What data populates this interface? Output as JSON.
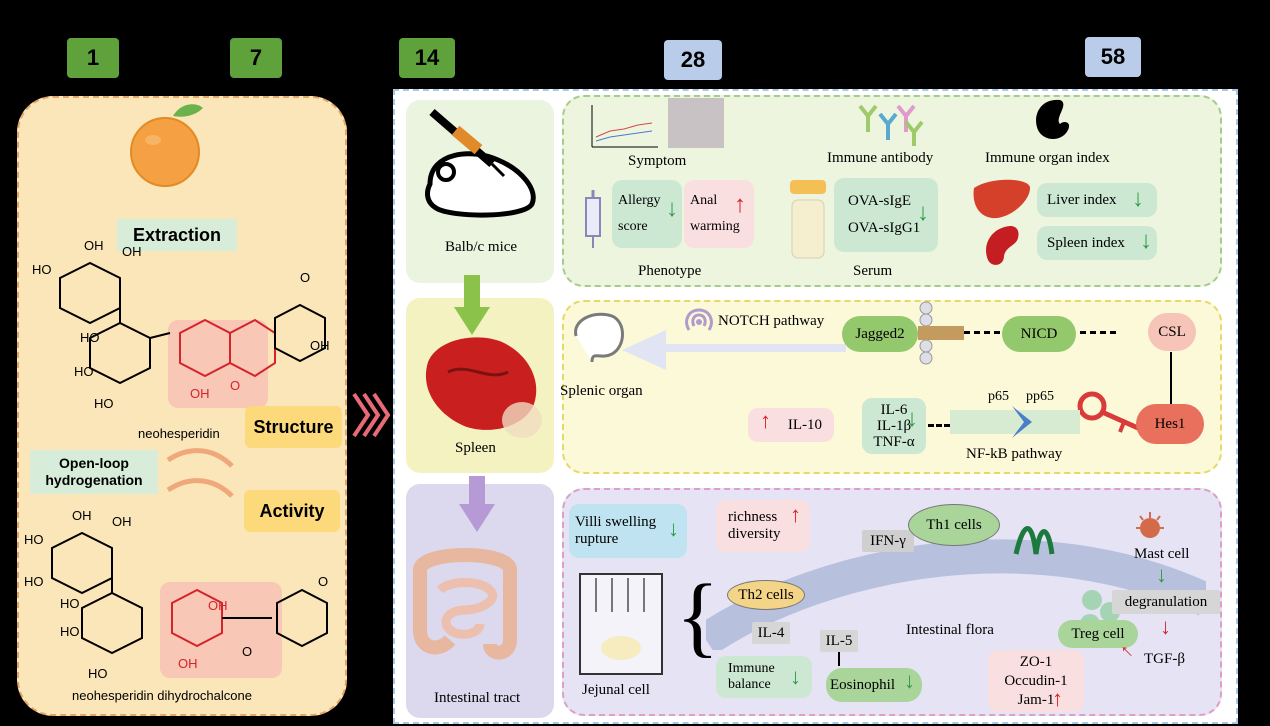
{
  "days": [
    "1",
    "7",
    "14",
    "28",
    "58"
  ],
  "left": {
    "extraction": "Extraction",
    "structure": "Structure",
    "activity": "Activity",
    "open_loop": "Open-loop hydrogenation",
    "compound1": "neohesperidin",
    "compound2": "neohesperidin dihydrochalcone",
    "oh": "OH",
    "ho": "HO",
    "o": "O"
  },
  "mice": {
    "label": "Balb/c mice"
  },
  "spleen": {
    "label": "Spleen"
  },
  "intestine": {
    "label": "Intestinal tract"
  },
  "phenotype": {
    "symptom": "Symptom",
    "allergy": "Allergy",
    "score": "score",
    "anal": "Anal",
    "warming": "warming",
    "phenotype": "Phenotype",
    "immune_antibody": "Immune antibody",
    "ova_sige": "OVA-sIgE",
    "ova_sigg1": "OVA-sIgG1",
    "serum": "Serum",
    "immune_organ_index": "Immune organ index",
    "liver_index": "Liver index",
    "spleen_index": "Spleen index"
  },
  "spleen_section": {
    "notch": "NOTCH pathway",
    "jagged2": "Jagged2",
    "nicd": "NICD",
    "csl": "CSL",
    "hes1": "Hes1",
    "splenic_organ": "Splenic organ",
    "p65": "p65",
    "pp65": "pp65",
    "il10": "IL-10",
    "il6": "IL-6",
    "il1b": "IL-1β",
    "tnfa": "TNF-α",
    "nfkb": "NF-kB pathway"
  },
  "intestine_section": {
    "villi1": "Villi swelling",
    "villi2": "rupture",
    "richness": "richness",
    "diversity": "diversity",
    "ifng": "IFN-γ",
    "th1": "Th1 cells",
    "th2": "Th2 cells",
    "il4": "IL-4",
    "il5": "IL-5",
    "flora": "Intestinal flora",
    "mast": "Mast cell",
    "degranulation": "degranulation",
    "treg": "Treg cell",
    "tgfb": "TGF-β",
    "jejunal": "Jejunal cell",
    "immune": "Immune",
    "balance": "balance",
    "eosinophil": "Eosinophil",
    "zo1": "ZO-1",
    "occludin": "Occudin-1",
    "jam1": "Jam-1"
  }
}
